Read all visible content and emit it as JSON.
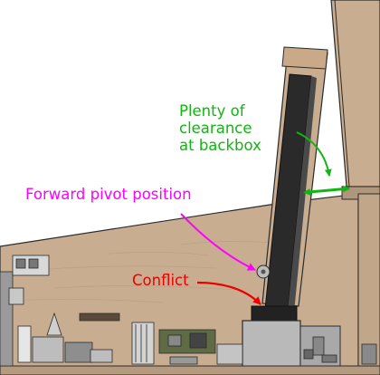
{
  "annotations": {
    "clearance": {
      "lines": [
        "Plenty of",
        "clearance",
        "at backbox"
      ],
      "color": "#11b611"
    },
    "pivot": {
      "text": "Forward pivot position",
      "color": "#ff00ff"
    },
    "conflict": {
      "text": "Conflict",
      "color": "#ee0000"
    }
  },
  "colors": {
    "wood": "#c9ad91",
    "wood_dark": "#b0967b",
    "panel_dark": "#2a2a2a",
    "metal_grey": "#b9b9b9",
    "outline": "#2b2b2b"
  }
}
